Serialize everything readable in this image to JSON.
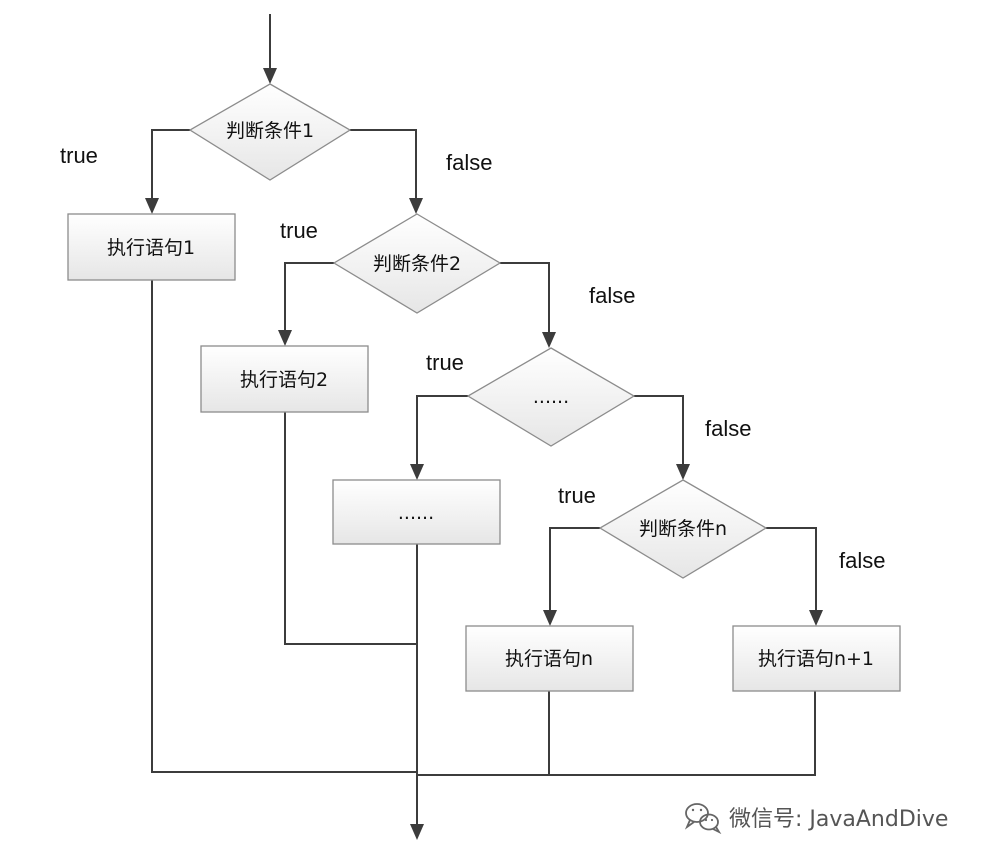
{
  "nodes": {
    "cond1": "判断条件1",
    "cond2": "判断条件2",
    "cond_more": "......",
    "condn": "判断条件n",
    "stmt1": "执行语句1",
    "stmt2": "执行语句2",
    "stmt_more": "......",
    "stmtn": "执行语句n",
    "stmtn1": "执行语句n+1"
  },
  "edge_labels": {
    "true": "true",
    "false": "false"
  },
  "watermark": {
    "text": "微信号: JavaAndDive",
    "icon": "wechat-icon"
  },
  "colors": {
    "line": "#3c3c3c",
    "shape_fill_top": "#ffffff",
    "shape_fill_bottom": "#e8e8e8",
    "shape_stroke": "#8c8c8c"
  }
}
